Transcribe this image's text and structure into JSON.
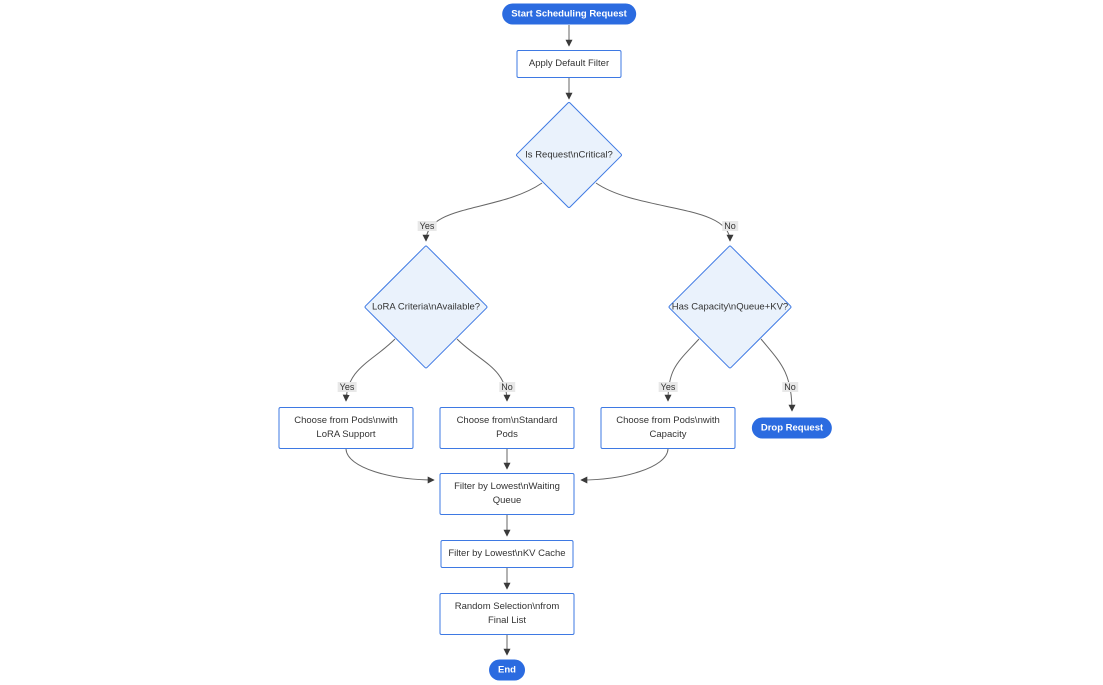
{
  "diagram_type": "flowchart",
  "colors": {
    "pill_fill": "#2b6be0",
    "pill_text": "#ffffff",
    "node_border": "#3e79e3",
    "node_fill": "#ffffff",
    "decision_fill": "#eaf2fc",
    "node_text": "#333333",
    "edge_line": "#666666",
    "edge_label_bg": "#e8e8e8"
  },
  "nodes": {
    "start": {
      "label": "Start Scheduling Request"
    },
    "apply_filter": {
      "label": "Apply Default Filter"
    },
    "is_critical": {
      "label": "Is Request\\nCritical?"
    },
    "lora_criteria": {
      "label": "LoRA Criteria\\nAvailable?"
    },
    "has_capacity": {
      "label": "Has Capacity\\nQueue+KV?"
    },
    "choose_lora_pods": {
      "lines": [
        "Choose from Pods\\nwith",
        "LoRA Support"
      ]
    },
    "choose_standard_pods": {
      "lines": [
        "Choose from\\nStandard",
        "Pods"
      ]
    },
    "choose_capacity_pods": {
      "lines": [
        "Choose from Pods\\nwith",
        "Capacity"
      ]
    },
    "drop_request": {
      "label": "Drop Request"
    },
    "filter_waiting_queue": {
      "lines": [
        "Filter by Lowest\\nWaiting",
        "Queue"
      ]
    },
    "filter_kv_cache": {
      "label": "Filter by Lowest\\nKV Cache"
    },
    "random_selection": {
      "lines": [
        "Random Selection\\nfrom",
        "Final List"
      ]
    },
    "end": {
      "label": "End"
    }
  },
  "edge_labels": {
    "critical_yes": "Yes",
    "critical_no": "No",
    "lora_yes": "Yes",
    "lora_no": "No",
    "capacity_yes": "Yes",
    "capacity_no": "No"
  }
}
